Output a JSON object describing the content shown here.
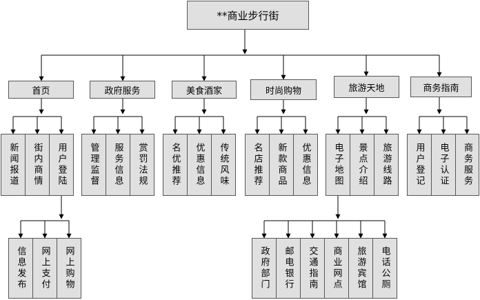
{
  "root": {
    "label": "**商业步行街"
  },
  "categories": [
    {
      "label": "首页",
      "items": [
        "新闻报道",
        "街内商情",
        "用户登陆"
      ]
    },
    {
      "label": "政府服务",
      "items": [
        "管理监督",
        "服务信息",
        "赏罚法规"
      ]
    },
    {
      "label": "美食酒家",
      "items": [
        "名优推荐",
        "优惠信息",
        "传统风味"
      ]
    },
    {
      "label": "时尚购物",
      "items": [
        "名店推荐",
        "新款商品",
        "优惠信息"
      ]
    },
    {
      "label": "旅游天地",
      "items": [
        "电子地图",
        "景点介绍",
        "旅游线路"
      ]
    },
    {
      "label": "商务指南",
      "items": [
        "用户登记",
        "电子认证",
        "商务服务"
      ]
    }
  ],
  "login_children": [
    "信息发布",
    "网上支付",
    "网上购物"
  ],
  "map_children": [
    "政府部门",
    "邮电银行",
    "交通指南",
    "商业网点",
    "旅游宾馆",
    "电话公厕"
  ],
  "colors": {
    "box_fill": "#e0e0e0",
    "box_border": "#555555",
    "line": "#000000"
  }
}
